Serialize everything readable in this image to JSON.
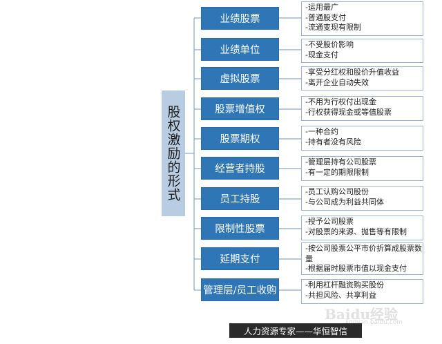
{
  "root": {
    "label": "股权激励的形式"
  },
  "types": [
    {
      "label": "业绩股票",
      "notes": [
        "-运用最广",
        "-普通股支付",
        "-流通变现有限制"
      ]
    },
    {
      "label": "业绩单位",
      "notes": [
        "-不受股价影响",
        "-现金支付"
      ]
    },
    {
      "label": "虚拟股票",
      "notes": [
        "-享受分红权和股价升值收益",
        "-离开企业自动失效"
      ]
    },
    {
      "label": "股票增值权",
      "notes": [
        "-不用为行权付出现金",
        "-行权获得现金或等值股票"
      ]
    },
    {
      "label": "股票期权",
      "notes": [
        "-一种合约",
        "-持有者没有风险"
      ]
    },
    {
      "label": "经营者持股",
      "notes": [
        "-管理层持有公司股票",
        "-有一定的期限限制"
      ]
    },
    {
      "label": "员工持股",
      "notes": [
        "-员工认购公司股份",
        "-与公司成为利益共同体"
      ]
    },
    {
      "label": "限制性股票",
      "notes": [
        "-授予公司股票",
        "-对股票的来源、抛售等有限制"
      ]
    },
    {
      "label": "延期支付",
      "notes": [
        "-按公司股票公平市价折算成股票数量",
        "-根据届时股票市值以现金支付"
      ]
    },
    {
      "label": "管理层/员工收购",
      "notes": [
        "-利用杠杆融资购买股份",
        "-共担风险、共享利益"
      ]
    }
  ],
  "footer": {
    "text": "人力资源专家——华恒智信"
  },
  "watermark": {
    "text": "Baidu经验",
    "sub": "jingyan.baidu.com"
  },
  "colors": {
    "type_box": "#2f76b6",
    "root_box": "#b9cde2",
    "note_border": "#9eb4cc",
    "connector": "#8aa6c4"
  }
}
